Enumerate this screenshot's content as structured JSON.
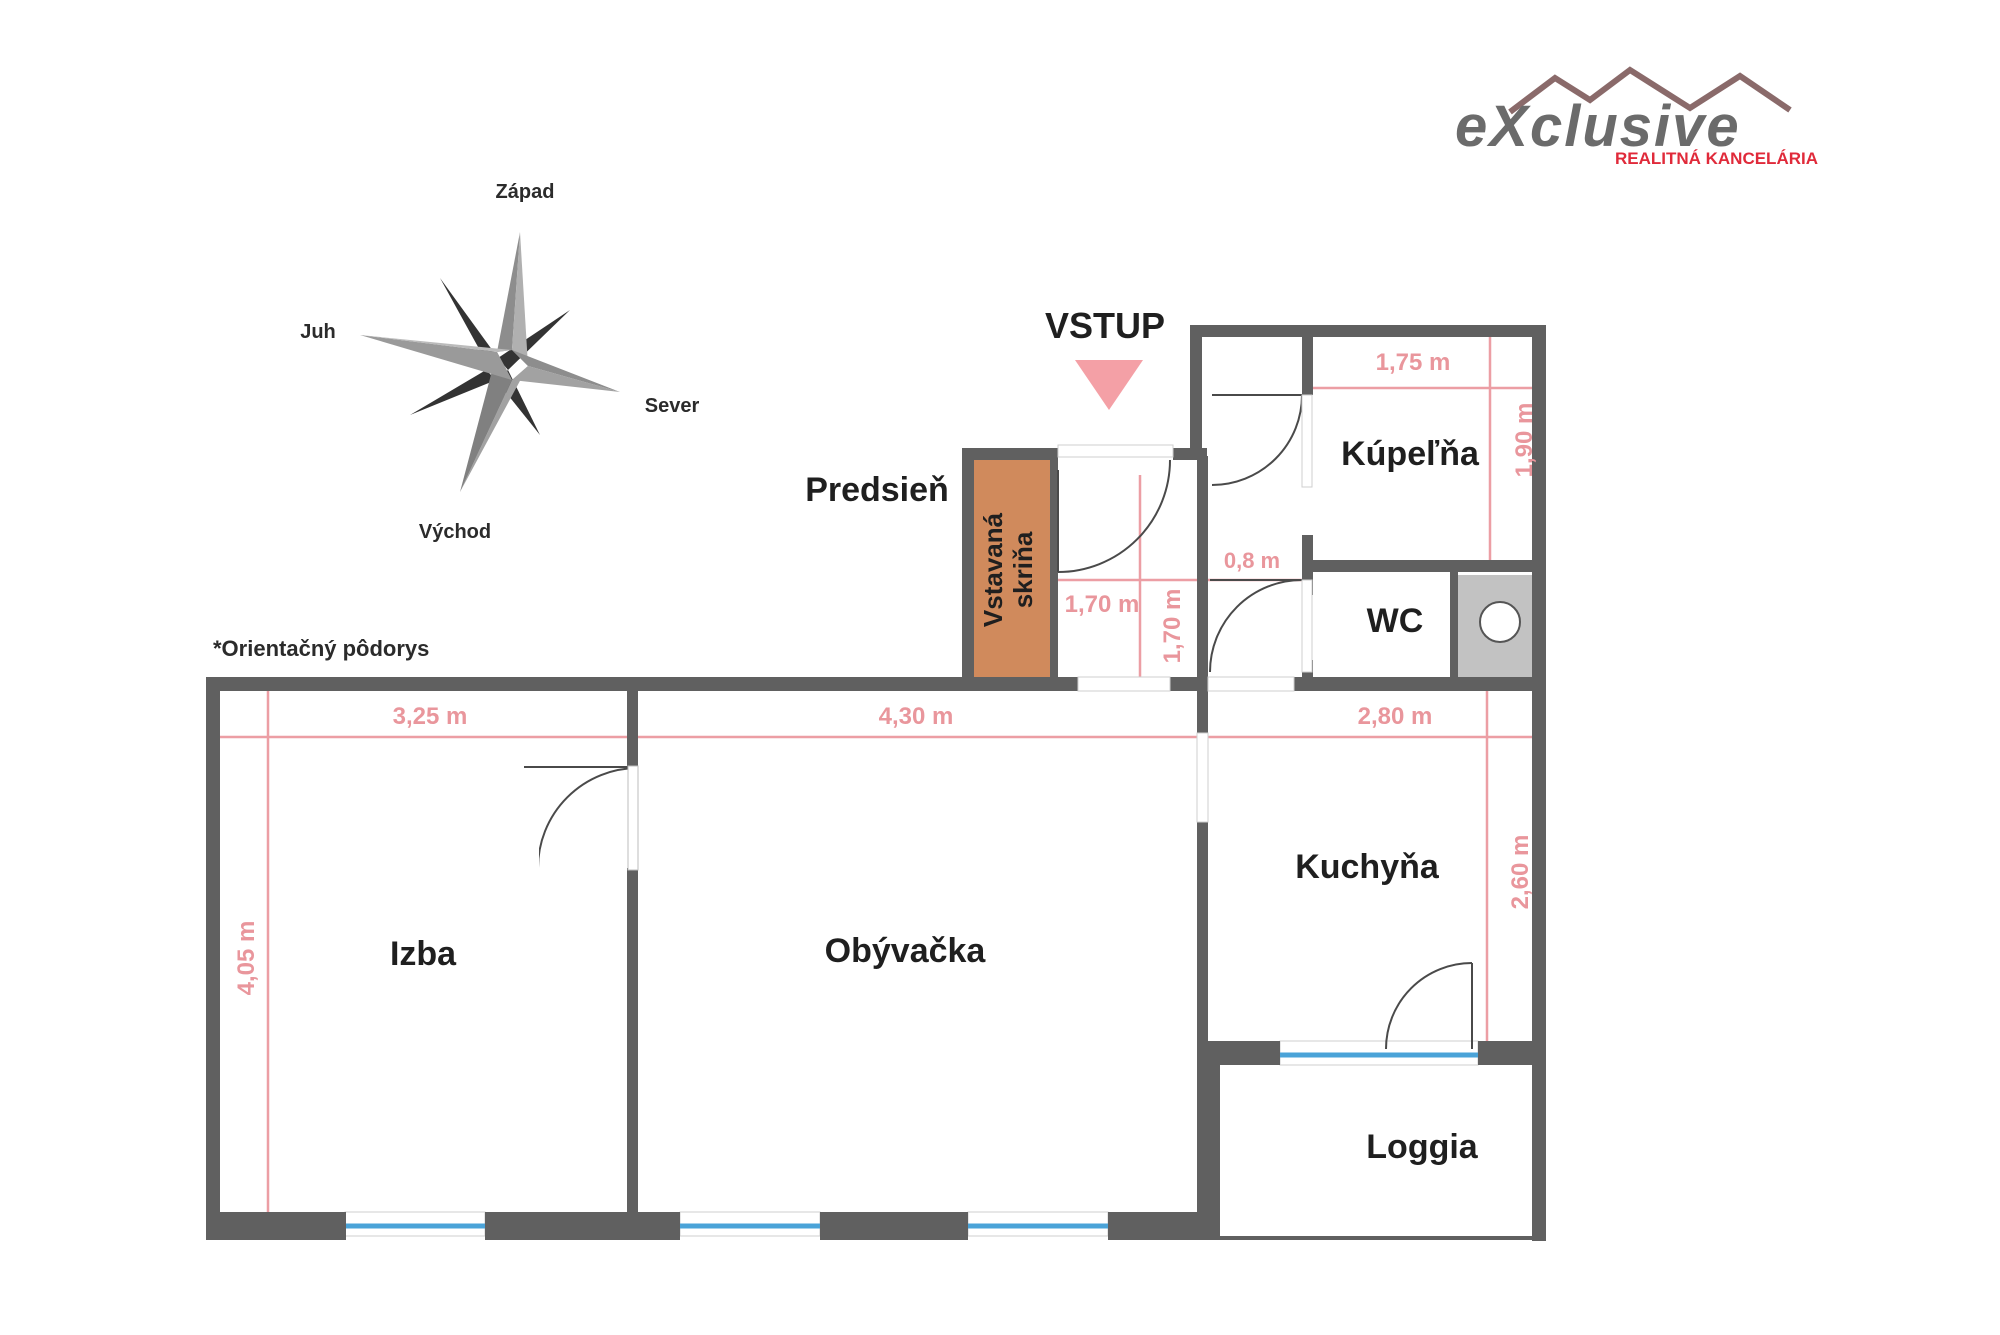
{
  "logo": {
    "word": "eXclusive",
    "tagline": "REALITNÁ KANCELÁRIA",
    "colors": {
      "gray": "#6b6b6b",
      "red": "#e02a3a",
      "roof": "#8a6a6a"
    }
  },
  "compass": {
    "west": "Západ",
    "south": "Juh",
    "north": "Sever",
    "east": "Východ"
  },
  "note": "*Orientačný pôdorys",
  "entry": {
    "label": "VSTUP",
    "arrow_color": "#f4a0a6"
  },
  "rooms": {
    "izba": "Izba",
    "obyvacka": "Obývačka",
    "kuchyna": "Kuchyňa",
    "loggia": "Loggia",
    "kupelna": "Kúpeľňa",
    "wc": "WC",
    "predsien": "Predsieň",
    "skrina_line1": "Vstavaná",
    "skrina_line2": "skriňa"
  },
  "dimensions": {
    "izba_width": "3,25 m",
    "izba_height": "4,05 m",
    "obyvacka_width": "4,30 m",
    "kuchyna_width": "2,80 m",
    "kuchyna_height": "2,60 m",
    "kupelna_width": "1,75 m",
    "kupelna_height": "1,90 m",
    "corridor_width": "0,8 m",
    "predsien_width": "1,70 m",
    "predsien_height": "1,70 m"
  },
  "colors": {
    "wall": "#606060",
    "dimension_line": "#ec9ea4",
    "window": "#4aa3d8",
    "wardrobe": "#d08a5c",
    "wc_fixture": "#c2c2c2"
  }
}
